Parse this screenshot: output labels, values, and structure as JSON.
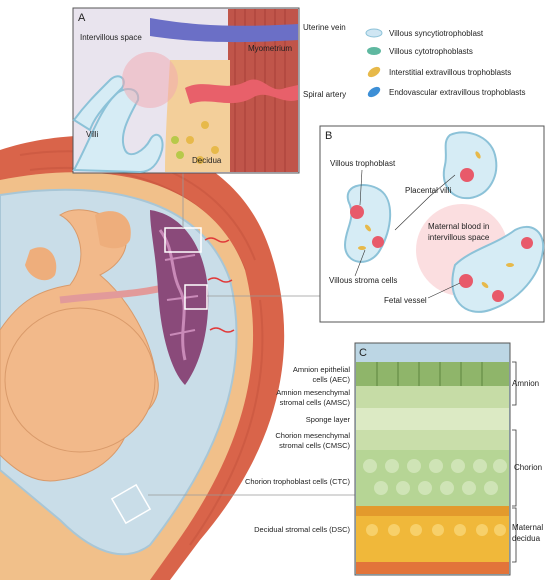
{
  "panel_a": {
    "letter": "A",
    "labels": {
      "intervillous_space": "Intervillous space",
      "myometrium": "Myometrium",
      "villi": "Villi",
      "decidua": "Decidua",
      "uterine_vein": "Uterine vein",
      "spiral_artery": "Spiral artery"
    }
  },
  "legend": {
    "items": [
      {
        "label": "Villous syncytiotrophoblast",
        "color": "#cfe6f3"
      },
      {
        "label": "Villous cytotrophoblasts",
        "color": "#5fb8a0"
      },
      {
        "label": "Interstitial extravillous trophoblasts",
        "color": "#e7b94a"
      },
      {
        "label": "Endovascular extravillous trophoblasts",
        "color": "#3d8fd6"
      }
    ]
  },
  "panel_b": {
    "letter": "B",
    "labels": {
      "villous_trophoblast": "Villous trophoblast",
      "placental_villi": "Placental villi",
      "maternal_blood_line1": "Maternal blood in",
      "maternal_blood_line2": "intervillous space",
      "villous_stroma_cells": "Villous stroma cells",
      "fetal_vessel": "Fetal vessel"
    }
  },
  "panel_c": {
    "letter": "C",
    "layers": {
      "aec_line1": "Amnion epithelial",
      "aec_line2": "cells (AEC)",
      "amsc_line1": "Amnion mesenchymal",
      "amsc_line2": "stromal cells (AMSC)",
      "sponge": "Sponge layer",
      "cmsc_line1": "Chorion mesenchymal",
      "cmsc_line2": "stromal cells (CMSC)",
      "ctc": "Chorion trophoblast cells (CTC)",
      "dsc": "Decidual stromal cells (DSC)"
    },
    "groups": {
      "amnion": "Amnion",
      "chorion": "Chorion",
      "maternal_line1": "Maternal",
      "maternal_line2": "decidua"
    }
  },
  "colors": {
    "uterus_wall": "#d9644a",
    "amniotic_fluid": "#c9dde8",
    "fetus_skin": "#f2b98a",
    "placenta": "#8a4a7a",
    "maternal_blood": "#e8606a",
    "panel_bg_a": "#e9e4ee",
    "panel_bg_c": "#bcd6e4"
  }
}
